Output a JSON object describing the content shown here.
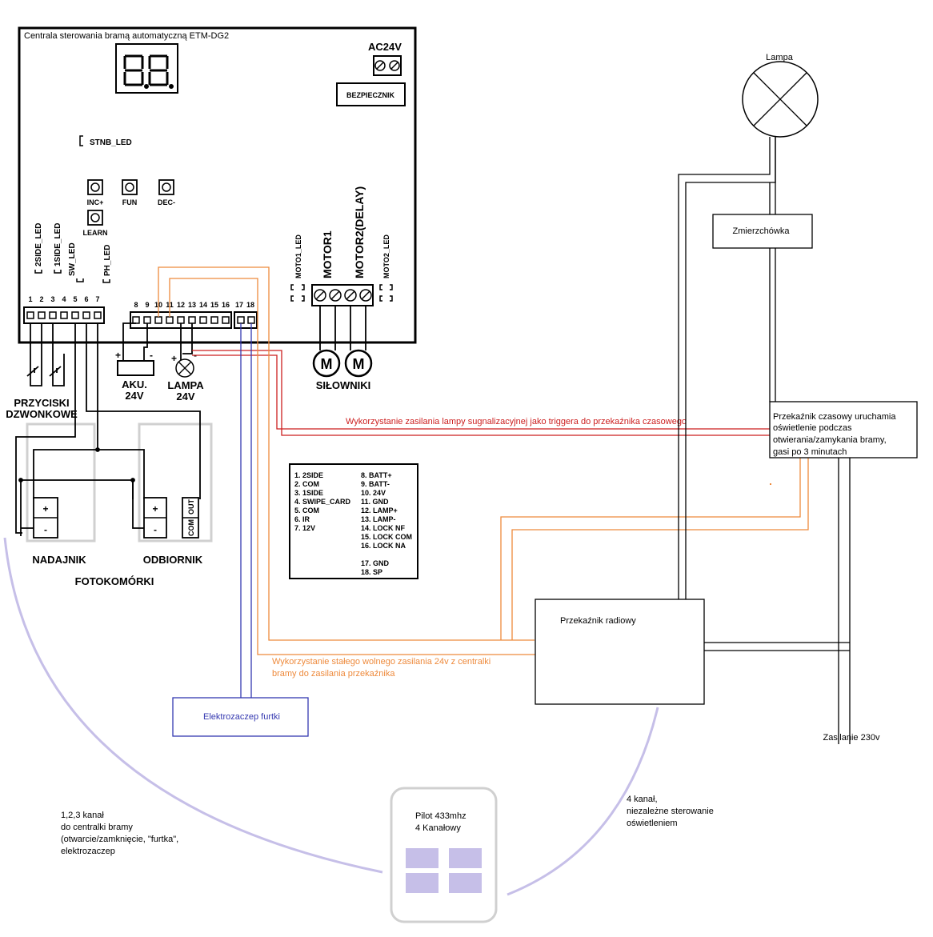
{
  "controller": {
    "title": "Centrala sterowania bramą automatyczną ETM-DG2",
    "power_label": "AC24V",
    "fuse_label": "BEZPIECZNIK",
    "stnb_led": "STNB_LED",
    "buttons": {
      "inc": "INC+",
      "fun": "FUN",
      "dec": "DEC-",
      "learn": "LEARN"
    },
    "leds": {
      "side2": "2SIDE_LED",
      "side1": "1SIDE_LED",
      "sw": "SW_LED",
      "ph": "PH_LED",
      "moto1": "MOTO1_LED",
      "moto2": "MOTO2_LED"
    },
    "motor1": "MOTOR1",
    "motor2": "MOTOR2(DELAY)",
    "terminal_numbers": [
      "1",
      "2",
      "3",
      "4",
      "5",
      "6",
      "7",
      "8",
      "9",
      "10",
      "11",
      "12",
      "13",
      "14",
      "15",
      "16",
      "17",
      "18"
    ]
  },
  "external": {
    "doorbell_buttons": [
      "PRZYCISKI",
      "DZWONKOWE"
    ],
    "battery": [
      "AKU.",
      "24V"
    ],
    "lamp": [
      "LAMPA",
      "24V"
    ],
    "actuators": "SIŁOWNIKI",
    "motor_symbol": "M",
    "transmitter": "NADAJNIK",
    "receiver": "ODBIORNIK",
    "photocells": "FOTOKOMÓRKI",
    "plus": "+",
    "minus": "-",
    "com": "COM",
    "out": "OUT"
  },
  "legend": {
    "left": [
      "1. 2SIDE",
      "2. COM",
      "3. 1SIDE",
      "4. SWIPE_CARD",
      "5. COM",
      "6. IR",
      "7. 12V"
    ],
    "right": [
      "8. BATT+",
      "9. BATT-",
      "10. 24V",
      "11. GND",
      "12. LAMP+",
      "13. LAMP-",
      "14. LOCK NF",
      "15. LOCK COM",
      "16. LOCK NA",
      "",
      "17. GND",
      "18. SP"
    ]
  },
  "right_side": {
    "lamp_label": "Lampa",
    "dusk_sensor": "Zmierzchówka",
    "timer_relay": [
      "Przekaźnik czasowy uruchamia",
      "oświetlenie podczas",
      "otwierania/zamykania bramy,",
      "gasi po 3 minutach"
    ],
    "radio_relay": "Przekaźnik radiowy",
    "mains": "Zasilanie 230v"
  },
  "annotations": {
    "red_note": "Wykorzystanie zasilania lampy sugnalizacyjnej jako triggera do przekaźnika czasowego",
    "orange_note": [
      "Wykorzystanie stałego wolnego zasilania 24v z centralki",
      "bramy do zasilania przekaźnika"
    ],
    "electric_lock": "Elektrozaczep furtki",
    "remote": [
      "Pilot 433mhz",
      "4 Kanałowy"
    ],
    "channels_123": [
      "1,2,3 kanał",
      "do centralki bramy",
      "(otwarcie/zamknięcie, \"furtka\",",
      "elektrozaczep"
    ],
    "channel_4": [
      "4 kanał,",
      "niezależne sterowanie",
      "oświetleniem"
    ]
  },
  "colors": {
    "black": "#000000",
    "red": "#cc1f1f",
    "orange": "#ee8a3c",
    "blue": "#3438b0",
    "lavender": "#c6bfe8",
    "gray": "#d0d0d0"
  }
}
